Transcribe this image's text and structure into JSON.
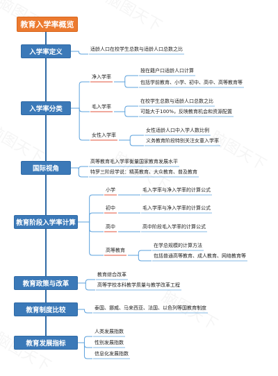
{
  "watermark": "脑图天下",
  "root": {
    "label": "教育入学率概览"
  },
  "sections": [
    {
      "label": "入学率定义",
      "items": [
        {
          "text": "适龄人口在校学生总数与适龄人口总数之比",
          "children": []
        }
      ]
    },
    {
      "label": "入学率分类",
      "items": [
        {
          "text": "净入学率",
          "children": [
            "按在籍户口适龄人口计算",
            "包括学前教育、小学、初中、高中、高等教育等"
          ]
        },
        {
          "text": "毛入学率",
          "children": [
            "在校学生总数与适龄人口总数之比",
            "可能大于100%，反映教育机会和资源配置"
          ]
        },
        {
          "text": "女性入学率",
          "children": [
            "女性适龄人口中入学人数比例",
            "义务教育阶段特别关注女童入学率"
          ]
        }
      ]
    },
    {
      "label": "国际视角",
      "items": [
        {
          "text": "高等教育毛入学率衡量国家教育发展水平",
          "children": []
        },
        {
          "text": "特罗三阶段学说：精英教育、大众教育、普及教育",
          "children": []
        }
      ]
    },
    {
      "label": "教育阶段入学率计算",
      "items": [
        {
          "text": "小学",
          "children": [
            "毛入学率与净入学率的计算公式"
          ]
        },
        {
          "text": "初中",
          "children": [
            "毛入学率与净入学率的计算公式"
          ]
        },
        {
          "text": "高中",
          "children": [
            "高中阶段毛入学率的计算公式"
          ]
        },
        {
          "text": "高等教育",
          "children": [
            "在学总规模的计算方法",
            "包括普通高等教育、成人教育、网络教育等"
          ]
        }
      ]
    },
    {
      "label": "教育政策与改革",
      "items": [
        {
          "text": "教育综合改革",
          "children": []
        },
        {
          "text": "高等学校本科教学质量与教学改革工程",
          "children": []
        }
      ]
    },
    {
      "label": "教育制度比较",
      "items": [
        {
          "text": "泰国、挪威、马来西亚、法国、以色列等国教育制度",
          "children": []
        }
      ]
    },
    {
      "label": "教育发展指标",
      "items": [
        {
          "text": "人类发展指数",
          "children": []
        },
        {
          "text": "性别发展指数",
          "children": []
        },
        {
          "text": "信息化发展指数",
          "children": []
        }
      ]
    }
  ],
  "colors": {
    "root": "#ec7a2f",
    "main": "#3b79b8",
    "line": "#5aa0dc",
    "underline": "#e0503a",
    "trunk": "#2f6aa6"
  }
}
